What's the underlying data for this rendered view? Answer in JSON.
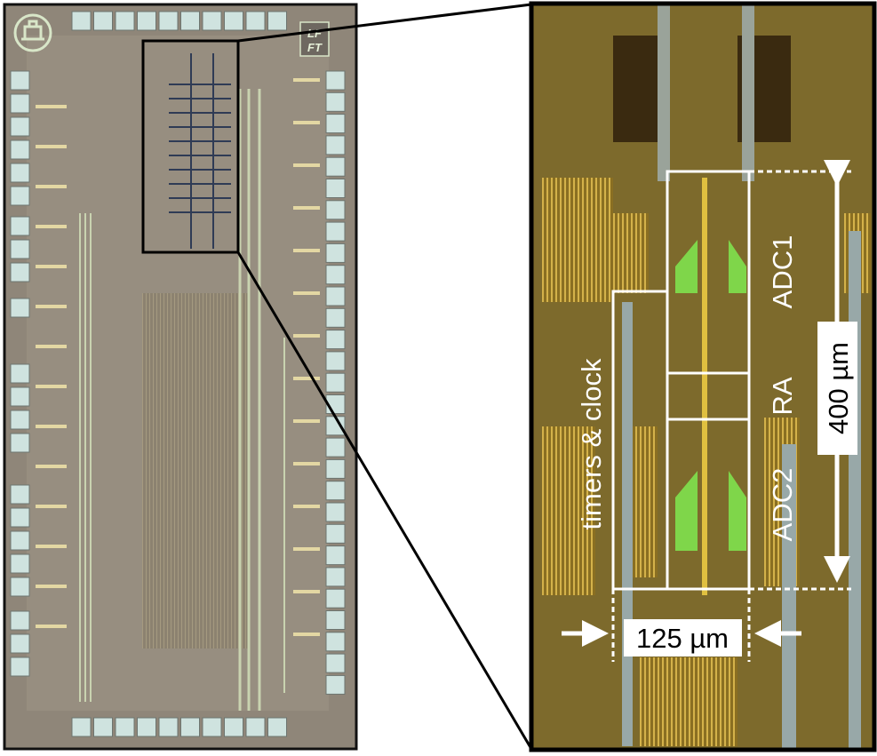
{
  "figure": {
    "logo_text": [
      "LF",
      "FT"
    ],
    "labels": {
      "adc1": "ADC1",
      "ra": "RA",
      "adc2": "ADC2",
      "timers": "timers & clock",
      "height_dim": "400 µm",
      "width_dim": "125 µm"
    },
    "colors": {
      "die": "#8f8679",
      "pad": "#cfe3df",
      "zoom_bg": "#7d6a2c",
      "green": "#7fd64a",
      "annotation": "#ffffff"
    }
  }
}
